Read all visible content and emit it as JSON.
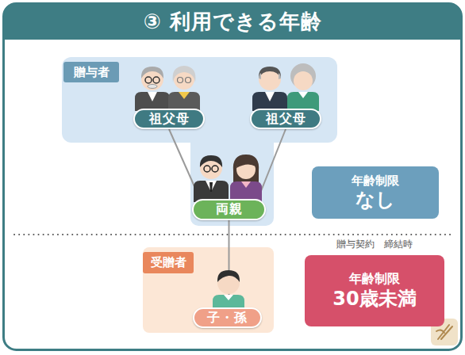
{
  "diagram": {
    "title": "③ 利用できる年齢",
    "nodes": [
      {
        "text": [
          "贈与者"
        ]
      },
      {
        "text": [
          "祖父母"
        ],
        "in": 0
      },
      {
        "text": [
          "祖父母"
        ],
        "in": 0
      },
      {
        "text": [
          "両親"
        ],
        "in": 0
      },
      {
        "text": [
          "年齢制限",
          "なし"
        ]
      },
      {
        "text": [
          "受贈者"
        ]
      },
      {
        "text": [
          "子・孫"
        ],
        "in": 5
      },
      {
        "text": [
          "贈与契約　締結時",
          "年齢制限",
          "30歳未満"
        ]
      }
    ],
    "edges": [
      {
        "from": 1,
        "to": 3,
        "arrow": "none"
      },
      {
        "from": 2,
        "to": 3,
        "arrow": "none"
      },
      {
        "from": 3,
        "to": 6,
        "arrow": "none"
      }
    ]
  }
}
